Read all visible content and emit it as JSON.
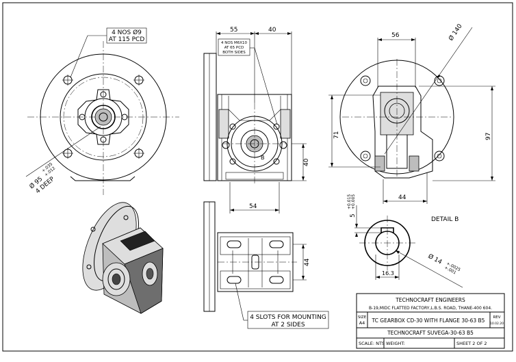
{
  "front_view": {
    "callout_holes_line1": "4 NOS Ø9",
    "callout_holes_line2": "AT 115 PCD",
    "callout_bore_line1": "Ø 95",
    "callout_bore_tol_upper": "+.035",
    "callout_bore_tol_lower": "+.012",
    "callout_bore_line2": "4 DEEP"
  },
  "side_view": {
    "dim_55": "55",
    "dim_40_top": "40",
    "callout_tap_line1": "4 NOS M6X10",
    "callout_tap_line2": "AT 65 PCD",
    "callout_tap_line3": "BOTH SIDES",
    "dim_40_right": "40",
    "dim_54": "54",
    "label_b": "B"
  },
  "right_view": {
    "dim_56": "56",
    "dim_140": "Ø 140",
    "dim_71": "71",
    "dim_97": "97",
    "dim_44": "44"
  },
  "detail_b": {
    "title": "DETAIL B",
    "dim_5": "5",
    "dim_5_tol_upper": "+0.015",
    "dim_5_tol_lower": "+0.005",
    "dim_14": "Ø 14",
    "dim_14_tol_upper": "+.0025",
    "dim_14_tol_lower": "+.001",
    "dim_16_3": "16.3"
  },
  "bottom_view": {
    "dim_44": "44",
    "callout_slots_line1": "4 SLOTS FOR MOUNTING",
    "callout_slots_line2": "AT 2 SIDES"
  },
  "title_block": {
    "company": "TECHNOCRAFT ENGINEERS",
    "address": "B-19,MIDC FLATTED FACTORY,L.B.S. ROAD, THANE-400 604.",
    "size_label": "SIZE",
    "size_value": "A4",
    "drawing_title": "TC GEARBOX CD-30 WITH FLANGE 30-63 B5",
    "rev_label": "REV",
    "rev_date": "10.02.20",
    "part_name": "TECHNOCRAFT SUVEGA-30-63 B5",
    "scale": "SCALE: NTS",
    "weight": "WEIGHT:",
    "sheet": "SHEET 2 OF 2"
  }
}
